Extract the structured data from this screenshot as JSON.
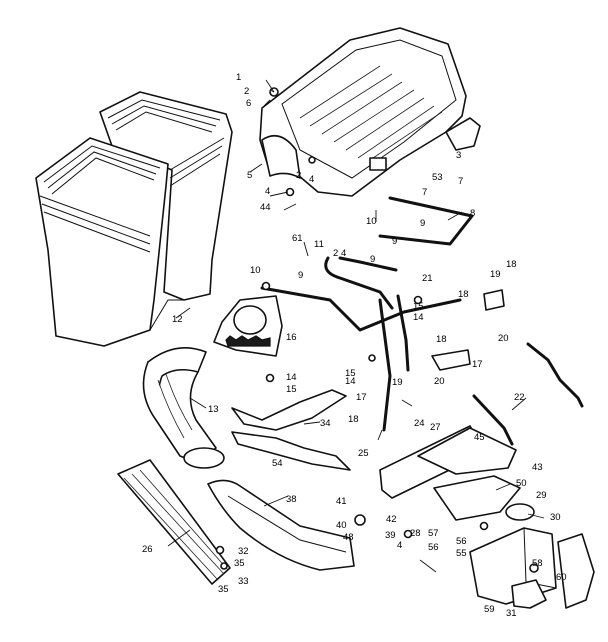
{
  "callouts": {
    "c1": "1",
    "c2a": "2",
    "c2b": "2",
    "c2c": "2",
    "c3": "3",
    "c4a": "4",
    "c4b": "4",
    "c4c": "4",
    "c4d": "4",
    "c5": "5",
    "c6": "6",
    "c7a": "7",
    "c7b": "7",
    "c8": "8",
    "c9a": "9",
    "c9b": "9",
    "c9c": "9",
    "c9d": "9",
    "c10a": "10",
    "c10b": "10",
    "c11": "11",
    "c12": "12",
    "c13": "13",
    "c14a": "14",
    "c14b": "14",
    "c14c": "14",
    "c15a": "15",
    "c15b": "15",
    "c15c": "15",
    "c16": "16",
    "c17a": "17",
    "c17b": "17",
    "c18a": "18",
    "c18b": "18",
    "c18c": "18",
    "c18d": "18",
    "c19a": "19",
    "c19b": "19",
    "c20a": "20",
    "c20b": "20",
    "c21": "21",
    "c22": "22",
    "c24": "24",
    "c25": "25",
    "c26": "26",
    "c27": "27",
    "c28": "28",
    "c29": "29",
    "c30": "30",
    "c31": "31",
    "c32": "32",
    "c33": "33",
    "c34": "34",
    "c35a": "35",
    "c35b": "35",
    "c38": "38",
    "c39": "39",
    "c40": "40",
    "c41": "41",
    "c42": "42",
    "c43": "43",
    "c44": "44",
    "c45": "45",
    "c48": "48",
    "c50": "50",
    "c53": "53",
    "c54": "54",
    "c55": "55",
    "c56a": "56",
    "c56b": "56",
    "c57": "57",
    "c58": "58",
    "c59": "59",
    "c60": "60",
    "c61": "61"
  }
}
